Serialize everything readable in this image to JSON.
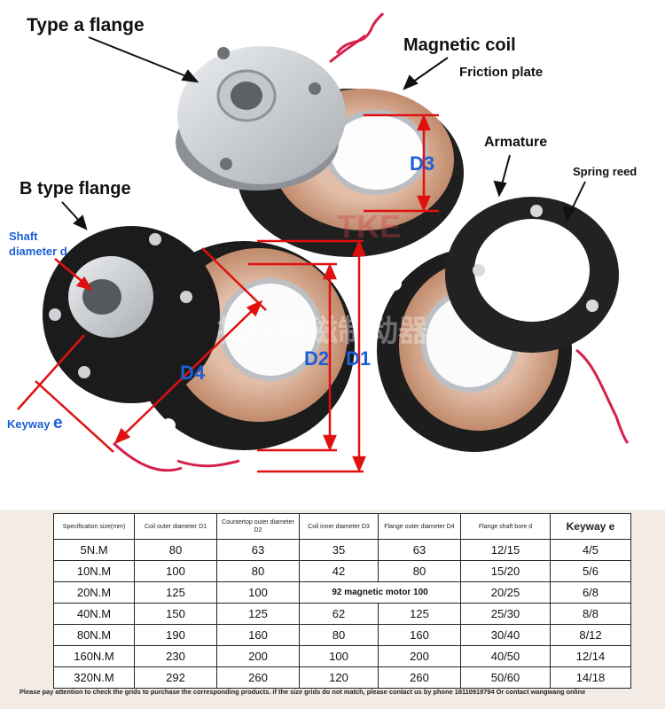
{
  "labels": {
    "type_a_flange": "Type a flange",
    "magnetic_coil": "Magnetic coil",
    "friction_plate": "Friction plate",
    "armature": "Armature",
    "spring_reed": "Spring reed",
    "b_type_flange": "B type flange",
    "shaft_diameter_line1": "Shaft",
    "shaft_diameter_line2": "diameter d",
    "keyway_word": "Keyway",
    "keyway_letter": "e",
    "d1": "D1",
    "d2": "D2",
    "d3": "D3",
    "d4": "D4"
  },
  "watermark": {
    "logo_text": "TKE",
    "cn_text": "拓科电磁制动器"
  },
  "table": {
    "headers": [
      "Specification size(mm)",
      "Coil outer diameter D1",
      "Countertop outer diameter D2",
      "Coil inner diameter D3",
      "Flange outer diameter D4",
      "Flange shaft bore d",
      "Keyway e"
    ],
    "rows": [
      [
        "5N.M",
        "80",
        "63",
        "35",
        "63",
        "12/15",
        "4/5"
      ],
      [
        "10N.M",
        "100",
        "80",
        "42",
        "80",
        "15/20",
        "5/6"
      ],
      [
        "20N.M",
        "125",
        "100",
        "",
        "",
        "20/25",
        "6/8"
      ],
      [
        "40N.M",
        "150",
        "125",
        "62",
        "125",
        "25/30",
        "8/8"
      ],
      [
        "80N.M",
        "190",
        "160",
        "80",
        "160",
        "30/40",
        "8/12"
      ],
      [
        "160N.M",
        "230",
        "200",
        "100",
        "200",
        "40/50",
        "12/14"
      ],
      [
        "320N.M",
        "292",
        "260",
        "120",
        "260",
        "50/60",
        "14/18"
      ]
    ],
    "row3_note": "92 magnetic motor 100"
  },
  "footer": "Please pay attention to check the grids to purchase the corresponding products. if the size grids do not match, please contact us by phone 18110919794 Or contact wangwang online",
  "colors": {
    "annotation_red": "#e01010",
    "label_blue": "#1d5fd6",
    "coil_copper": "#c9967a",
    "flange_black": "#1c1c1c",
    "metal_silver": "#c9cbce",
    "lead_wire": "#d6204c"
  }
}
